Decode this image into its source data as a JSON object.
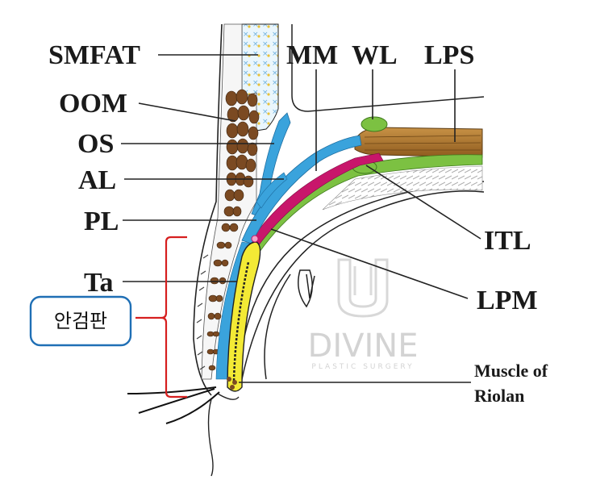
{
  "labels": {
    "smfat": "SMFAT",
    "oom": "OOM",
    "os": "OS",
    "al": "AL",
    "pl": "PL",
    "ta": "Ta",
    "mm": "MM",
    "wl": "WL",
    "lps": "LPS",
    "itl": "ITL",
    "lpm": "LPM",
    "riolan_line1": "Muscle of",
    "riolan_line2": "Riolan"
  },
  "callout": {
    "text": "안검판",
    "box_border_color": "#1f6fb5",
    "bracket_color": "#d61f1f"
  },
  "watermark": {
    "brand": "DIVINE",
    "tagline": "PLASTIC SURGERY"
  },
  "colors": {
    "aponeurosis_blue": "#3aa3dc",
    "tarsus_yellow": "#f3ea35",
    "mullers_magenta": "#c8166b",
    "green_layer": "#7cc142",
    "levator_brown": "#b07a2e",
    "oom_brown": "#7b4a22"
  }
}
